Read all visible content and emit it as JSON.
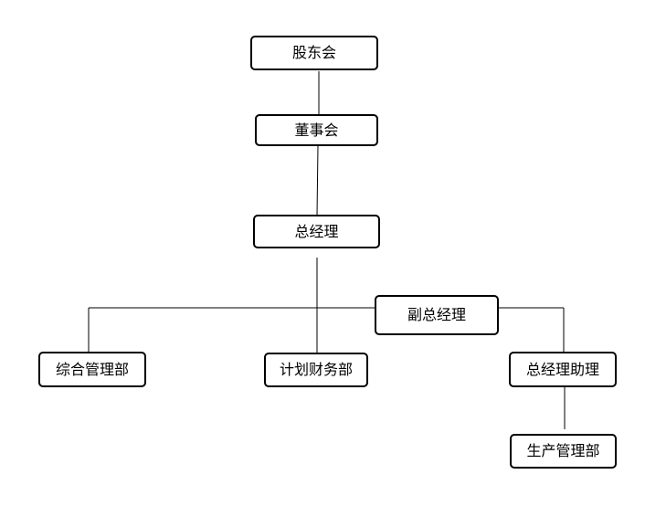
{
  "nodes": {
    "shareholders": "股东会",
    "board": "董事会",
    "general_manager": "总经理",
    "deputy_general_manager": "副总经理",
    "general_admin_dept": "综合管理部",
    "planning_finance_dept": "计划财务部",
    "gm_assistant": "总经理助理",
    "production_mgmt_dept": "生产管理部"
  },
  "colors": {
    "line": "#000000",
    "node_border": "#000000",
    "background": "#ffffff"
  }
}
